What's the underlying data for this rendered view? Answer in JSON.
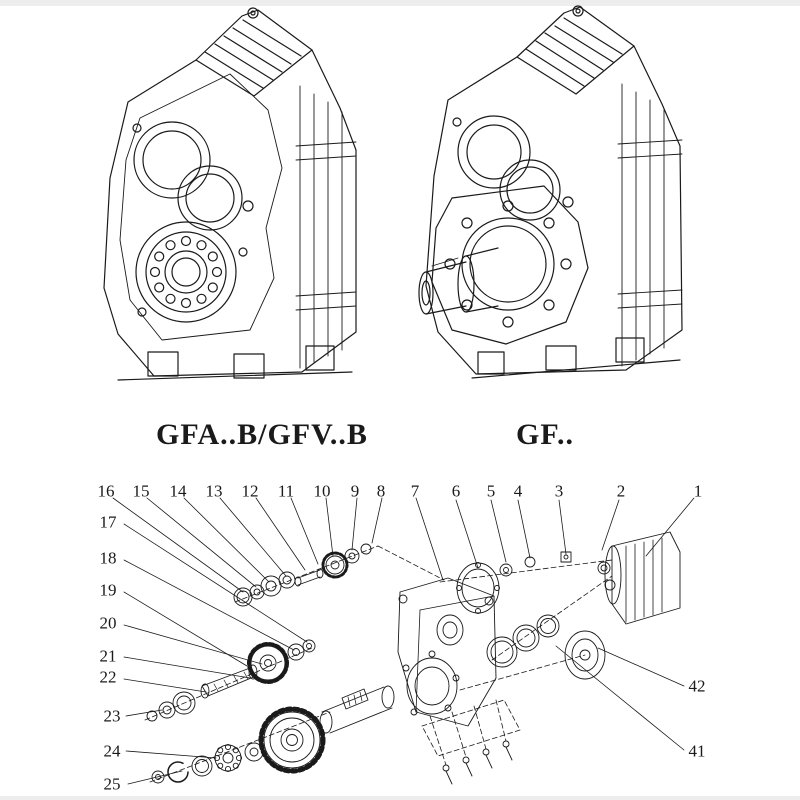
{
  "colors": {
    "ink": "#1a1a1a",
    "background": "#ffffff"
  },
  "model_labels": {
    "left": "GFA..B/GFV..B",
    "right": "GF.."
  },
  "callouts": {
    "top": [
      "16",
      "15",
      "14",
      "13",
      "12",
      "11",
      "10",
      "9",
      "8",
      "7",
      "6",
      "5",
      "4",
      "3",
      "2",
      "1"
    ],
    "left": [
      "17",
      "18",
      "19",
      "20",
      "21",
      "22",
      "23",
      "24",
      "25"
    ],
    "right": [
      "42",
      "41"
    ]
  }
}
